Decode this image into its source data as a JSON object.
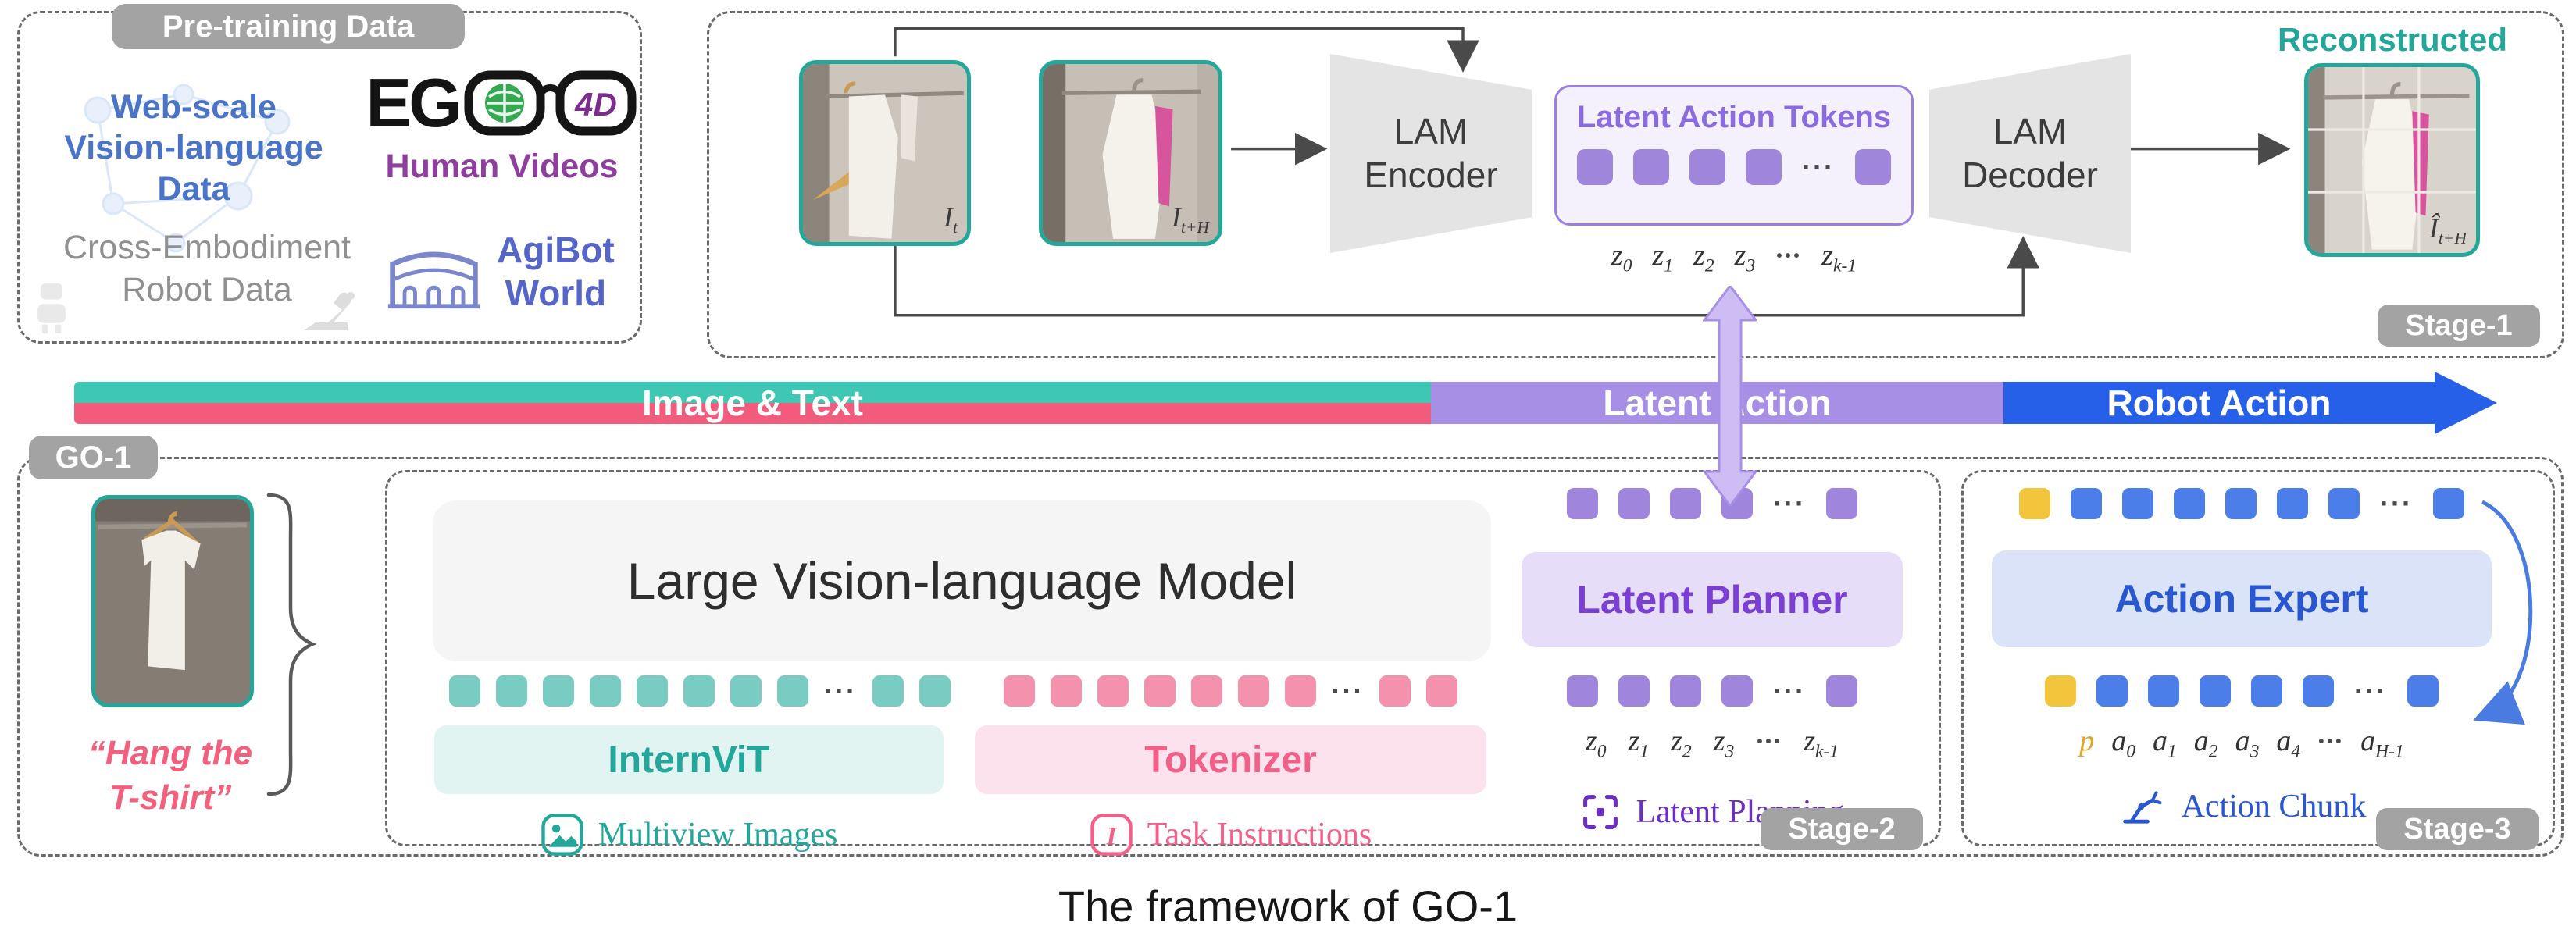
{
  "colors": {
    "teal": "#79CCC2",
    "pink": "#F492AE",
    "purple": "#9F85DC",
    "blue": "#4B7EE8",
    "yellow": "#F2C53D",
    "bar_teal": "#3EC7B2",
    "bar_pink": "#F25C7C",
    "bar_purple": "#A78FE6",
    "bar_blue": "#2760E8",
    "photo_border": "#24A79B",
    "pill_gray": "#A3A3A3",
    "accent_teal_text": "#24A79B",
    "accent_pink_text": "#F2608A",
    "accent_purple_text": "#7B3FD4",
    "accent_blue_text": "#2857D0"
  },
  "misc": {
    "dots": "···"
  },
  "pretraining": {
    "title": "Pre-training Data",
    "web_scale": [
      "Web-scale",
      "Vision-language",
      "Data"
    ],
    "ego_text": "EG",
    "ego_4d": "4D",
    "human_videos": "Human Videos",
    "cross_embodiment": [
      "Cross-Embodiment",
      "Robot Data"
    ],
    "agibot": [
      "AgiBot",
      "World"
    ]
  },
  "stage1": {
    "pill": "Stage-1",
    "encoder": [
      "LAM",
      "Encoder"
    ],
    "decoder": [
      "LAM",
      "Decoder"
    ],
    "latent_title": "Latent Action Tokens",
    "tokens": [
      "purple",
      "purple",
      "purple",
      "purple",
      "dots",
      "purple"
    ],
    "token_labels": [
      {
        "base": "z",
        "sub": "0"
      },
      {
        "base": "z",
        "sub": "1"
      },
      {
        "base": "z",
        "sub": "2"
      },
      {
        "base": "z",
        "sub": "3"
      },
      {
        "dots": true
      },
      {
        "base": "z",
        "sub": "k-1"
      }
    ],
    "img1_label": {
      "base": "I",
      "sub": "t"
    },
    "img2_label": {
      "base": "I",
      "sub": "t+H"
    },
    "recon_title": "Reconstructed",
    "recon_label": {
      "base": "Î",
      "sub": "t+H"
    }
  },
  "flow_bar": {
    "image_text": "Image & Text",
    "latent_action": "Latent Action",
    "robot_action": "Robot Action"
  },
  "go1": {
    "pill": "GO-1",
    "quote": [
      "“Hang the",
      "T-shirt”"
    ]
  },
  "stage2": {
    "pill": "Stage-2",
    "lvlm_title": "Large Vision-language Model",
    "vision_tokens": [
      "teal",
      "teal",
      "teal",
      "teal",
      "teal",
      "teal",
      "teal",
      "teal",
      "dots",
      "teal",
      "teal"
    ],
    "text_tokens": [
      "pink",
      "pink",
      "pink",
      "pink",
      "pink",
      "pink",
      "pink",
      "dots",
      "pink",
      "pink"
    ],
    "internvit": "InternViT",
    "tokenizer": "Tokenizer",
    "multiview": "Multiview Images",
    "task_instructions": "Task Instructions",
    "planner_title": "Latent Planner",
    "planner_tokens_top": [
      "purple",
      "purple",
      "purple",
      "purple",
      "dots",
      "purple"
    ],
    "planner_tokens_bottom": [
      "purple",
      "purple",
      "purple",
      "purple",
      "dots",
      "purple"
    ],
    "planner_labels": [
      {
        "base": "z",
        "sub": "0"
      },
      {
        "base": "z",
        "sub": "1"
      },
      {
        "base": "z",
        "sub": "2"
      },
      {
        "base": "z",
        "sub": "3"
      },
      {
        "dots": true
      },
      {
        "base": "z",
        "sub": "k-1"
      }
    ],
    "latent_planning": "Latent Planning"
  },
  "stage3": {
    "pill": "Stage-3",
    "expert_title": "Action Expert",
    "tokens_top": [
      "yellow",
      "blue",
      "blue",
      "blue",
      "blue",
      "blue",
      "blue",
      "dots",
      "blue"
    ],
    "tokens_bottom": [
      "yellow",
      "blue",
      "blue",
      "blue",
      "blue",
      "blue",
      "dots",
      "blue"
    ],
    "labels": [
      {
        "base": "p",
        "sub": "",
        "color": "#DFA52C"
      },
      {
        "base": "a",
        "sub": "0"
      },
      {
        "base": "a",
        "sub": "1"
      },
      {
        "base": "a",
        "sub": "2"
      },
      {
        "base": "a",
        "sub": "3"
      },
      {
        "base": "a",
        "sub": "4"
      },
      {
        "dots": true
      },
      {
        "base": "a",
        "sub": "H-1"
      }
    ],
    "action_chunk": "Action Chunk"
  },
  "caption": "The framework of GO-1"
}
